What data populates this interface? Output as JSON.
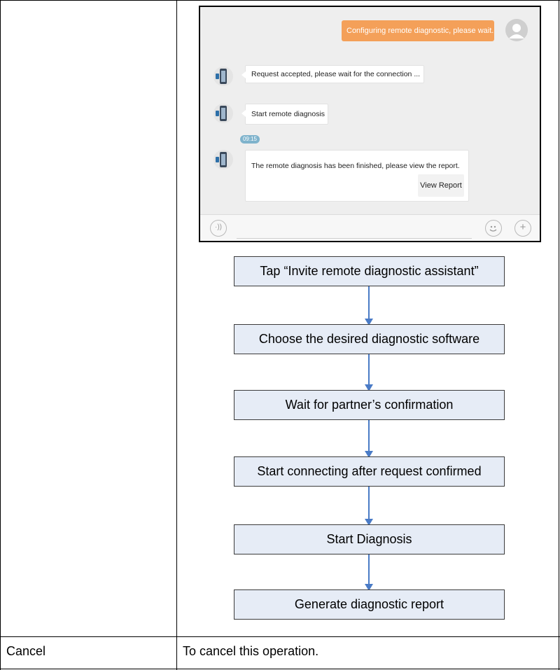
{
  "chat_screen": {
    "outgoing_message": "Configuring remote diagnostic, please wait...",
    "messages": [
      "Request accepted, please wait for the connection ...",
      "Start remote diagnosis"
    ],
    "timestamp": "09:15",
    "report_message": "The remote diagnosis has been finished, please view the report.",
    "view_report_label": "View Report",
    "icons": {
      "voice": "voice-icon",
      "emoji": "emoji-icon",
      "add": "plus-icon"
    },
    "colors": {
      "outgoing_bubble": "#f4a059",
      "time_pill": "#7fb3cc"
    }
  },
  "flowchart": {
    "steps": [
      "Tap “Invite remote diagnostic assistant”",
      "Choose the desired diagnostic software",
      "Wait for partner’s confirmation",
      "Start connecting after request confirmed",
      "Start Diagnosis",
      "Generate diagnostic report"
    ],
    "colors": {
      "box_fill": "#e6ecf6",
      "arrow": "#4a7bc6"
    }
  },
  "table_row": {
    "label": "Cancel",
    "description": "To cancel this operation."
  }
}
